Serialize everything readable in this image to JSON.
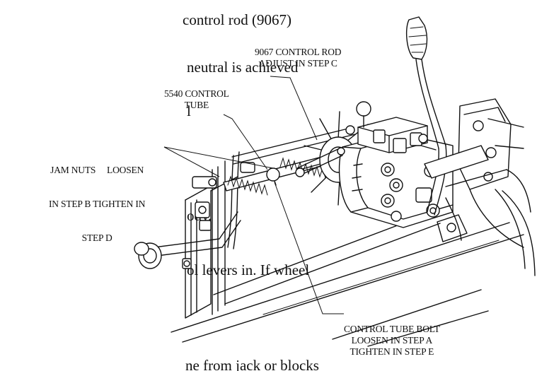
{
  "doc_text": {
    "line1": "control rod (9067)",
    "line2": "neutral is achieved",
    "line3": "l",
    "line4": "ody.",
    "line5": "ol levers in.  If wheel",
    "line6": "ne from jack or blocks"
  },
  "callouts": {
    "control_rod": {
      "line1": "9067 CONTROL ROD",
      "line2": "ADJUST IN STEP C"
    },
    "control_tube": {
      "line1": "5540 CONTROL",
      "line2": "TUBE"
    },
    "jam_nuts": {
      "line1": "JAM NUTS     LOOSEN",
      "line2": "IN STEP B TIGHTEN IN",
      "line3": "STEP D"
    },
    "tube_bolt": {
      "line1": "CONTROL TUBE BOLT",
      "line2": "LOOSEN IN STEP A",
      "line3": "TIGHTEN IN STEP E"
    }
  }
}
